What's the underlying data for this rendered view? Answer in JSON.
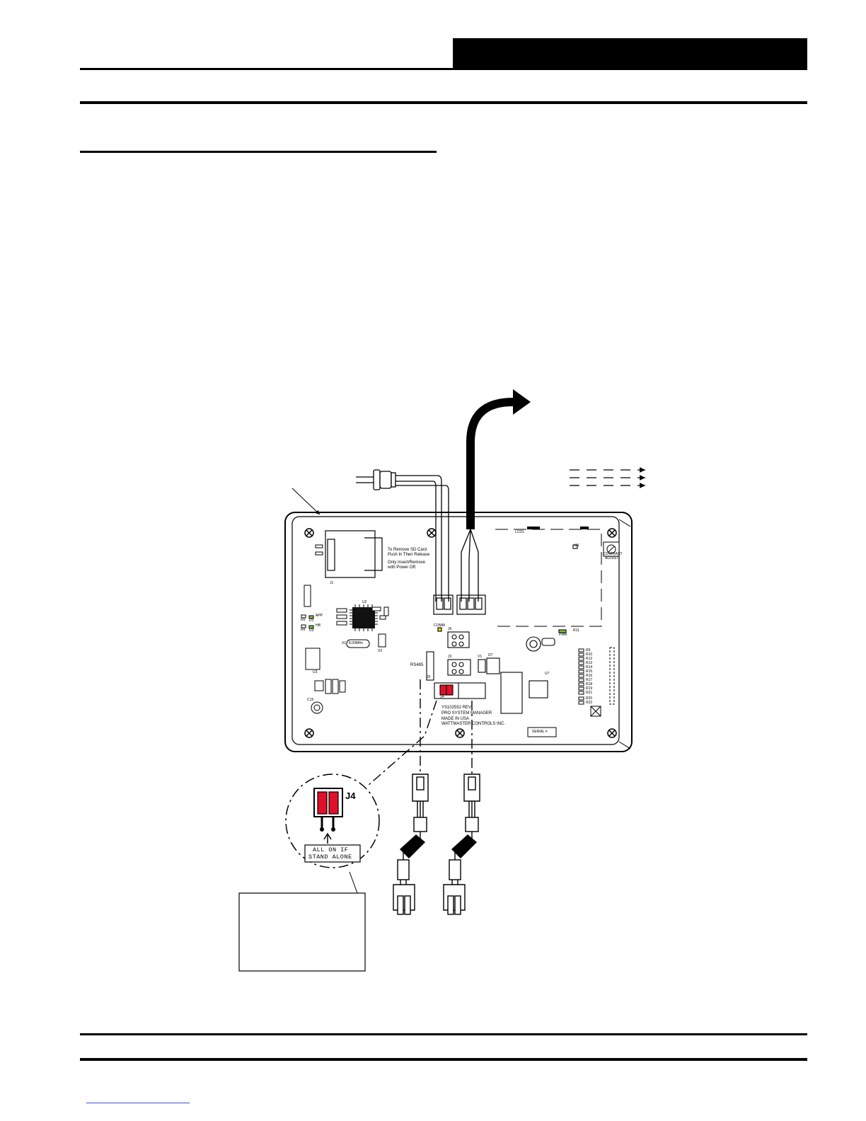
{
  "board": {
    "sd_note_line1": "To Remove SD Card",
    "sd_note_line2": "Push In Then Release",
    "sd_note_line3": "Only Insert/Remove",
    "sd_note_line4": "with Power Off.",
    "contrast_line1": "CONTRAST",
    "contrast_line2": "ADJUST",
    "serial_label": "SERIAL #",
    "part_number": "YS102552 REV",
    "product_name": "PRO SYSTEM MANAGER",
    "made_in": "MADE IN USA",
    "company": "WATTMASTER CONTROLS INC.",
    "rs485_label": "RS485",
    "comm_label": "COMM",
    "pwr_label": "PWR",
    "app_label": "APP",
    "hb_label": "HB",
    "lcd_label": "LCD1",
    "crystal_label": "8.00MHz",
    "refs": {
      "j1": "J1",
      "j3": "J3",
      "j4": "J4",
      "j5": "J5",
      "j6": "J6",
      "u1": "U1",
      "u2": "U2",
      "u3": "U3",
      "u7": "U7",
      "r11": "R11",
      "r5": "R5",
      "r6": "R6",
      "d1": "D1",
      "d3": "D3",
      "c19": "C19",
      "x1": "X1",
      "x2": "X2",
      "v1": "V1",
      "d7": "D7"
    },
    "r_column": [
      "R9",
      "R10",
      "R12",
      "R13",
      "R14",
      "R15",
      "R16",
      "R17",
      "R18",
      "R19",
      "R21"
    ],
    "r_column2": [
      "R20",
      "R22"
    ]
  },
  "inset": {
    "jumper_ref": "J4",
    "note_line1": "ALL ON IF",
    "note_line2": "STAND ALONE"
  },
  "colors": {
    "jumper_red": "#e0102a",
    "led_green": "#7dc242",
    "led_yellow": "#d6d600",
    "ink": "#000000"
  }
}
